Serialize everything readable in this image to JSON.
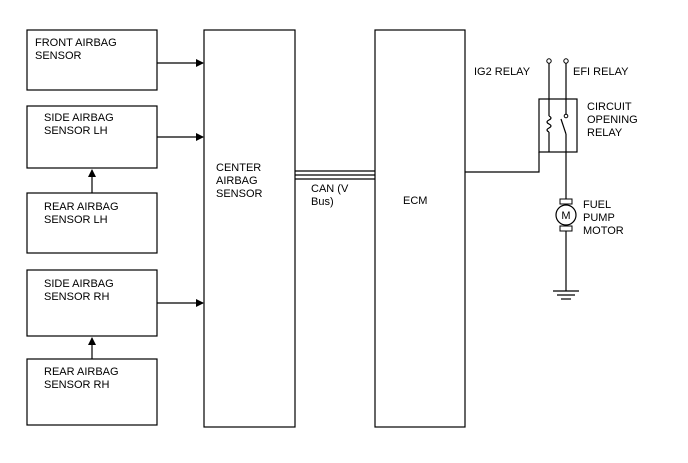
{
  "sensors": {
    "front": [
      "FRONT AIRBAG",
      "SENSOR"
    ],
    "side_lh": [
      "SIDE AIRBAG",
      "SENSOR LH"
    ],
    "rear_lh": [
      "REAR AIRBAG",
      "SENSOR LH"
    ],
    "side_rh": [
      "SIDE AIRBAG",
      "SENSOR RH"
    ],
    "rear_rh": [
      "REAR AIRBAG",
      "SENSOR RH"
    ]
  },
  "center": [
    "CENTER",
    "AIRBAG",
    "SENSOR"
  ],
  "can_bus": [
    "CAN (V",
    "Bus)"
  ],
  "ecm": "ECM",
  "ig2_relay": "IG2 RELAY",
  "efi_relay": "EFI RELAY",
  "circuit_opening_relay": [
    "CIRCUIT",
    "OPENING",
    "RELAY"
  ],
  "motor_symbol": "M",
  "fuel_pump_motor": [
    "FUEL",
    "PUMP",
    "MOTOR"
  ]
}
